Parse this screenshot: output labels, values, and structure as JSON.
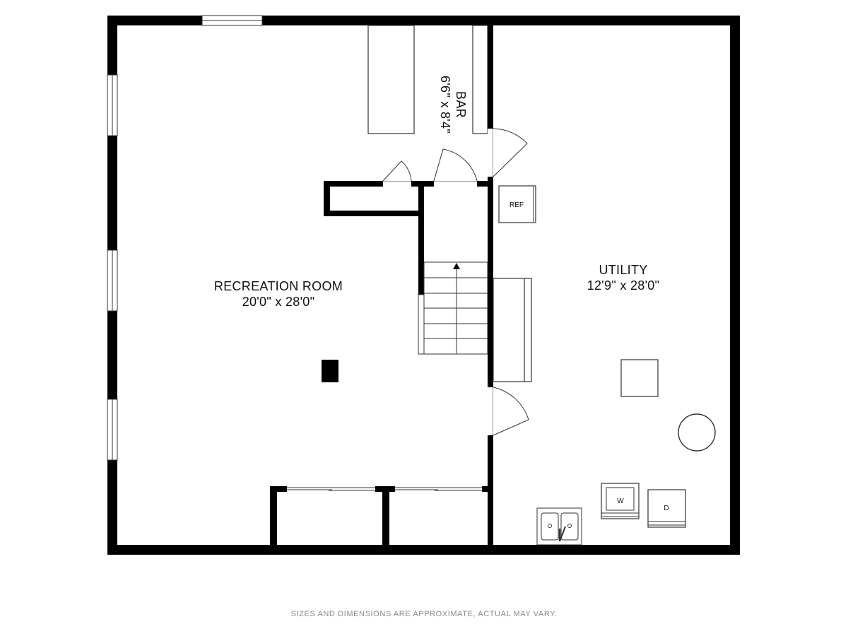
{
  "rooms": {
    "recreation": {
      "name": "RECREATION ROOM",
      "dims": "20'0\" x 28'0\""
    },
    "utility": {
      "name": "UTILITY",
      "dims": "12'9\" x 28'0\""
    },
    "bar": {
      "name": "BAR",
      "dims": "6'6\" x 8'4\""
    }
  },
  "fixtures": {
    "refrigerator": "REF",
    "washer": "W",
    "dryer": "D"
  },
  "footer": {
    "disclaimer": "SIZES AND DIMENSIONS ARE APPROXIMATE, ACTUAL MAY VARY."
  },
  "colors": {
    "wall": "#000000",
    "line": "#333333",
    "footnote": "#888888"
  }
}
